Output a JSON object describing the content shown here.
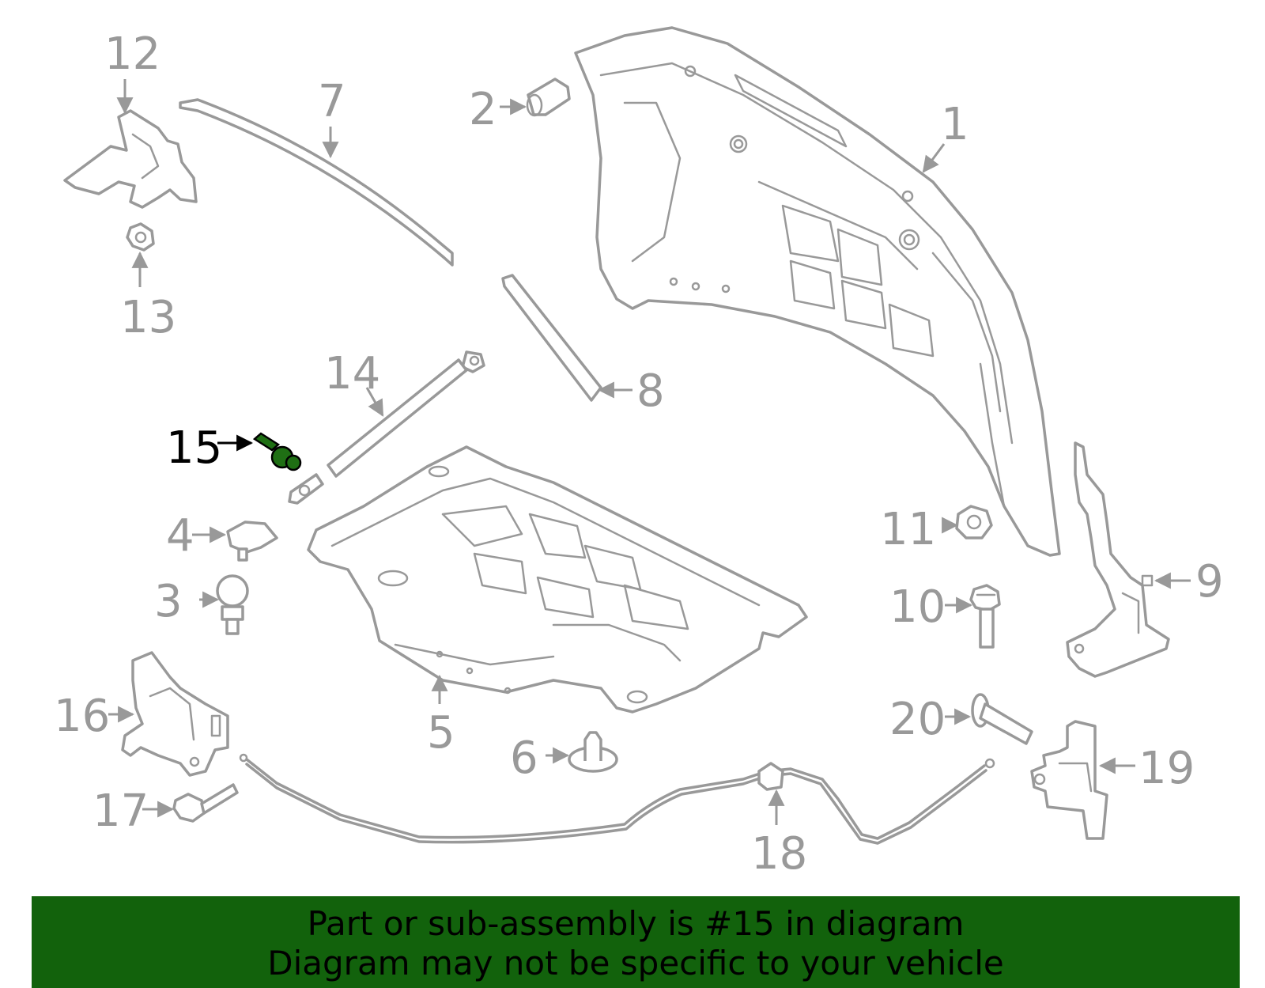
{
  "callouts": {
    "c1": "1",
    "c2": "2",
    "c3": "3",
    "c4": "4",
    "c5": "5",
    "c6": "6",
    "c7": "7",
    "c8": "8",
    "c9": "9",
    "c10": "10",
    "c11": "11",
    "c12": "12",
    "c13": "13",
    "c14": "14",
    "c15": "15",
    "c16": "16",
    "c17": "17",
    "c18": "18",
    "c19": "19",
    "c20": "20"
  },
  "highlight": {
    "part": "15",
    "color": "#1f6f14"
  },
  "banner": {
    "line1": "Part or sub-assembly is #15 in diagram",
    "line2": "Diagram may not be specific to your vehicle",
    "background": "#12620c"
  }
}
